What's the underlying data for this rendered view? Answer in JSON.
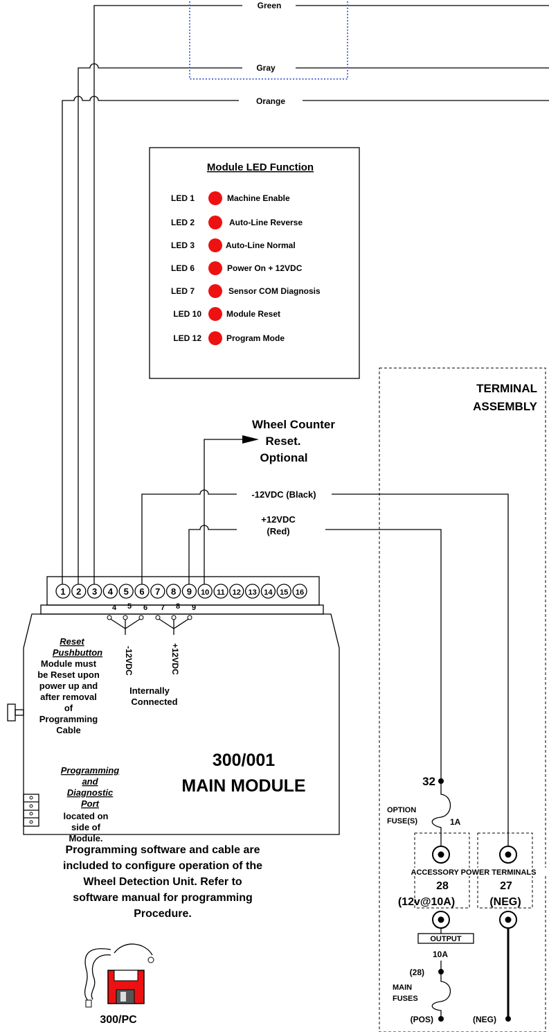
{
  "wires": {
    "green": "Green",
    "gray": "Gray",
    "orange": "Orange",
    "neg12": "-12VDC  (Black)",
    "pos12_line1": "+12VDC",
    "pos12_line2": "(Red)"
  },
  "led_panel": {
    "title": "Module LED Function",
    "led_color": "#ee1111",
    "rows": [
      {
        "id": "LED 1",
        "label": "Machine Enable"
      },
      {
        "id": "LED 2",
        "label": "Auto-Line Reverse"
      },
      {
        "id": "LED 3",
        "label": "Auto-Line Normal"
      },
      {
        "id": "LED 6",
        "label": "Power On + 12VDC"
      },
      {
        "id": "LED 7",
        "label": "Sensor COM Diagnosis"
      },
      {
        "id": "LED 10",
        "label": "Module Reset"
      },
      {
        "id": "LED 12",
        "label": "Program Mode"
      }
    ]
  },
  "wheel_counter": {
    "line1": "Wheel Counter",
    "line2": "Reset.",
    "line3": "Optional"
  },
  "terminals": [
    "1",
    "2",
    "3",
    "4",
    "5",
    "6",
    "7",
    "8",
    "9",
    "10",
    "11",
    "12",
    "13",
    "14",
    "15",
    "16"
  ],
  "module": {
    "jumper_left_pins": [
      "4",
      "5",
      "6"
    ],
    "jumper_right_pins": [
      "7",
      "8",
      "9"
    ],
    "neg_label": "-12VDC",
    "pos_label": "+12VDC",
    "internally": "Internally",
    "connected": "Connected",
    "reset_title": [
      "Reset",
      "Pushbutton"
    ],
    "reset_desc": [
      "Module must",
      "be Reset upon",
      "power up and",
      "after removal",
      "of",
      "Programming",
      "Cable"
    ],
    "port_title": [
      "Programming",
      "and",
      "Diagnostic",
      "Port"
    ],
    "port_desc": [
      "located on",
      "side of",
      "Module."
    ],
    "model": "300/001",
    "name": "MAIN MODULE"
  },
  "software_note": [
    "Programming software and cable are",
    "included to configure operation of the",
    "Wheel Detection Unit.  Refer to",
    "software manual for programming",
    "Procedure."
  ],
  "pc_label": "300/PC",
  "terminal_assembly": {
    "title1": "TERMINAL",
    "title2": "ASSEMBLY",
    "t32": "32",
    "option": "OPTION",
    "fuses": "FUSE(S)",
    "fuse_1a": "1A",
    "apt": "ACCESSORY POWER TERMINALS",
    "t28": "28",
    "t27": "27",
    "rating": "(12v@10A)",
    "neg": "(NEG)",
    "output": "OUTPUT",
    "out_10a": "10A",
    "t28b": "(28)",
    "main": "MAIN",
    "main_fuses": "FUSES",
    "pos_bottom": "(POS)",
    "neg_bottom": "(NEG)"
  }
}
